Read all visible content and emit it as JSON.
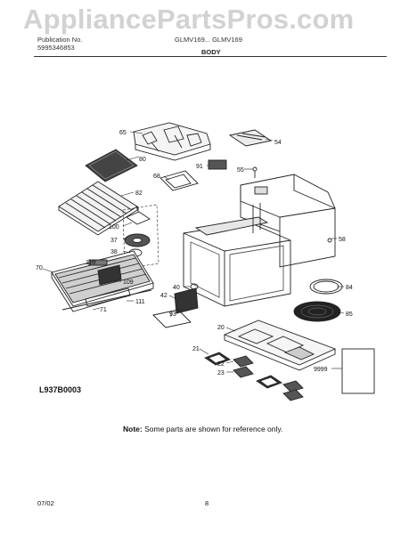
{
  "watermark": "AppliancePartsPros.com",
  "header": {
    "line1_left": "Publication No.",
    "line1_mid": "GLMV169...  GLMV169",
    "line2_left": "5995346853",
    "section": "BODY"
  },
  "figure_code": "L937B0003",
  "note": {
    "label": "Note:",
    "text": " Some parts are shown for reference only."
  },
  "footer": {
    "date": "07/02",
    "page": "8"
  },
  "callouts": [
    "65",
    "54",
    "80",
    "91",
    "55",
    "68",
    "82",
    "100",
    "37",
    "38",
    "58",
    "110",
    "70",
    "109",
    "40",
    "42",
    "84",
    "111",
    "71",
    "93",
    "85",
    "20",
    "21",
    "22",
    "23",
    "9999"
  ]
}
